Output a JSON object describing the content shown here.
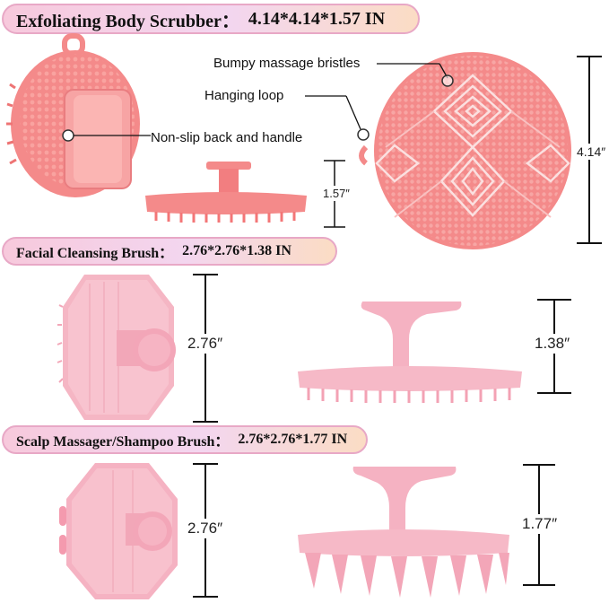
{
  "colors": {
    "silicone": "#f48a8a",
    "silicone_light": "#f6b3b3",
    "pink_light": "#f5b6c4",
    "banner_border": "#e8a8c6"
  },
  "sections": [
    {
      "name": "Exfoliating Body Scrubber：",
      "dims": "4.14*4.14*1.57 IN"
    },
    {
      "name": "Facial Cleansing Brush：",
      "dims": "2.76*2.76*1.38 IN"
    },
    {
      "name": "Scalp Massager/Shampoo Brush：",
      "dims": "2.76*2.76*1.77 IN"
    }
  ],
  "callouts": {
    "bristles": "Bumpy massage bristles",
    "loop": "Hanging loop",
    "handle": "Non-slip back and handle"
  },
  "measurements": {
    "body_height": "1.57″",
    "body_diameter": "4.14″",
    "face_width": "2.76″",
    "face_height": "1.38″",
    "scalp_width": "2.76″",
    "scalp_height": "1.77″"
  }
}
